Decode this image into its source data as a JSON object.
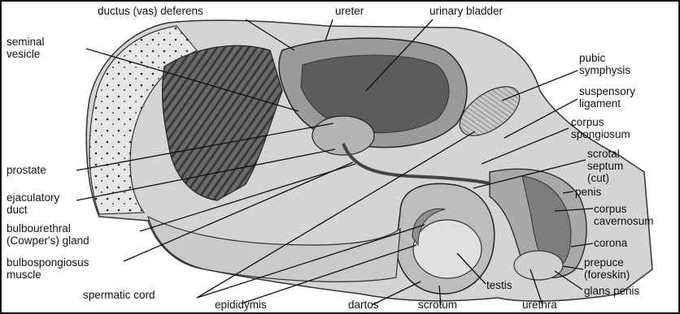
{
  "figure": {
    "labels": {
      "ductus_deferens": "ductus (vas) deferens",
      "ureter": "ureter",
      "urinary_bladder": "urinary bladder",
      "seminal_vesicle": "seminal\nvesicle",
      "pubic_symphysis": "pubic\nsymphysis",
      "suspensory_ligament": "suspensory\nligament",
      "corpus_spongiosum": "corpus\nspongiosum",
      "prostate": "prostate",
      "scrotal_septum": "scrotal\nseptum\n(cut)",
      "ejaculatory_duct": "ejaculatory\nduct",
      "penis": "penis",
      "bulbourethral_gland": "bulbourethral\n(Cowper's) gland",
      "corpus_cavernosum": "corpus\ncavernosum",
      "corona": "corona",
      "bulbospongiosus_muscle": "bulbospongiosus\nmuscle",
      "prepuce": "prepuce\n(foreskin)",
      "spermatic_cord": "spermatic cord",
      "testis": "testis",
      "glans_penis": "glans penis",
      "epididymis": "epididymis",
      "dartos": "dartos",
      "scrotum": "scrotum",
      "urethra": "urethra"
    }
  }
}
